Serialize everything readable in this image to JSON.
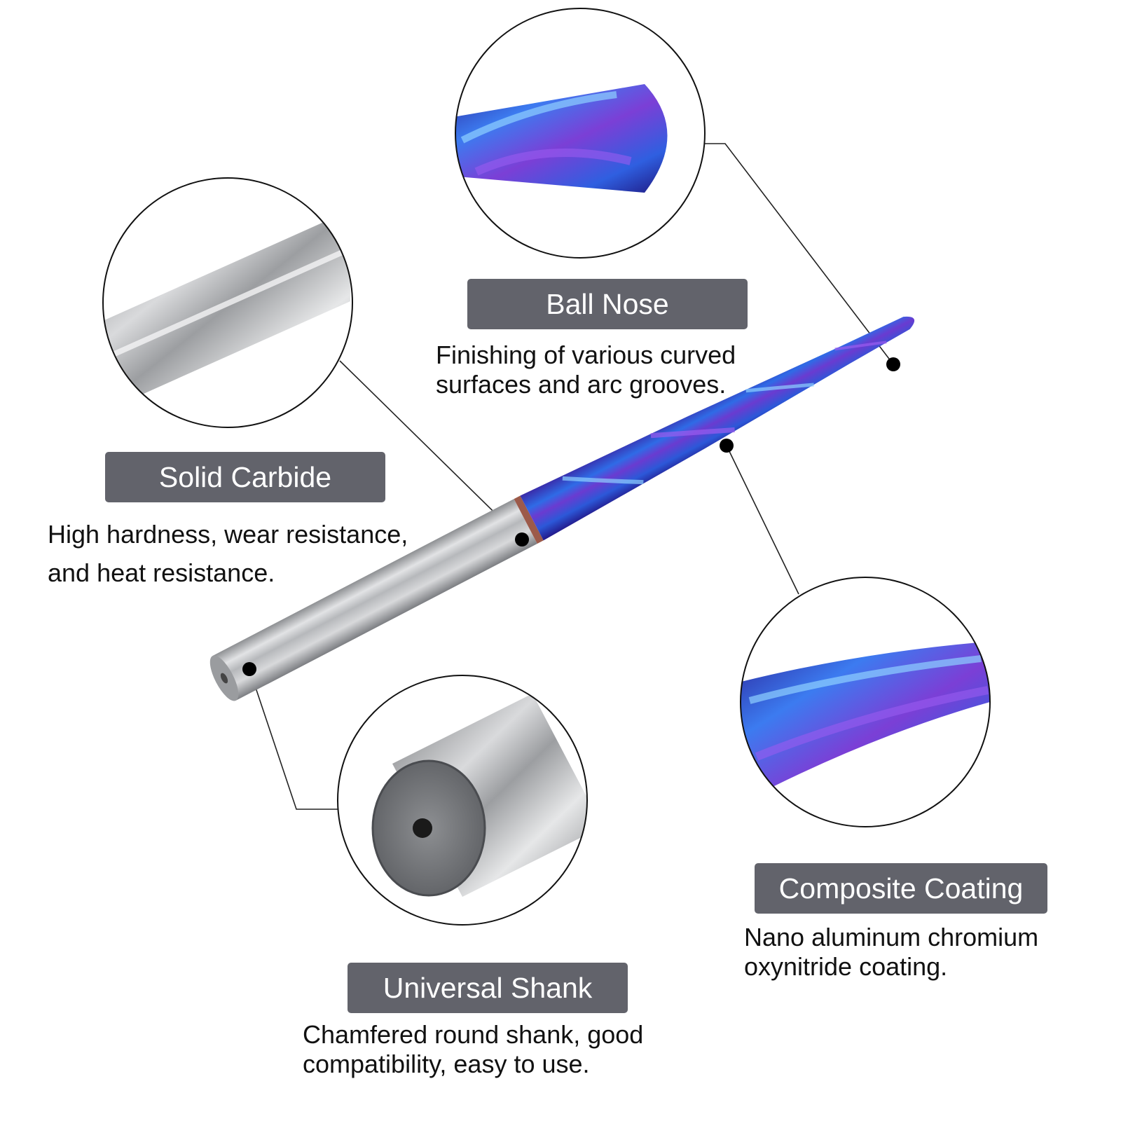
{
  "colors": {
    "label_bg": "#62636b",
    "label_text": "#ffffff",
    "desc_text": "#111111",
    "coating_blue": "#2f57e0",
    "coating_purple": "#7a3fd0",
    "carbide_grey": "#a9abae"
  },
  "features": [
    {
      "id": "ball-nose",
      "label": "Ball Nose",
      "description": [
        "Finishing of various curved",
        "surfaces and arc grooves."
      ]
    },
    {
      "id": "solid-carbide",
      "label": "Solid Carbide",
      "description": [
        "High hardness, wear resistance,",
        "and heat resistance."
      ]
    },
    {
      "id": "composite-coating",
      "label": "Composite Coating",
      "description": [
        "Nano aluminum chromium",
        "oxynitride coating."
      ]
    },
    {
      "id": "universal-shank",
      "label": "Universal Shank",
      "description": [
        "Chamfered round shank, good",
        "compatibility, easy to use."
      ]
    }
  ]
}
